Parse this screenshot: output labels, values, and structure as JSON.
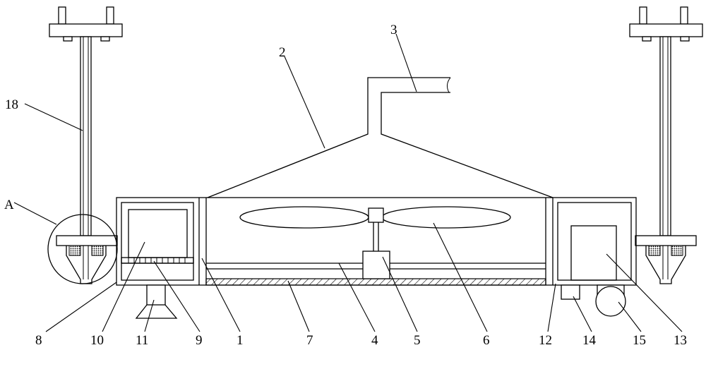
{
  "labels": {
    "l1": "1",
    "l2": "2",
    "l3": "3",
    "l4": "4",
    "l5": "5",
    "l6": "6",
    "l7": "7",
    "l8": "8",
    "l9": "9",
    "l10": "10",
    "l11": "11",
    "l12": "12",
    "l13": "13",
    "l14": "14",
    "l15": "15",
    "l18": "18",
    "lA": "A"
  }
}
